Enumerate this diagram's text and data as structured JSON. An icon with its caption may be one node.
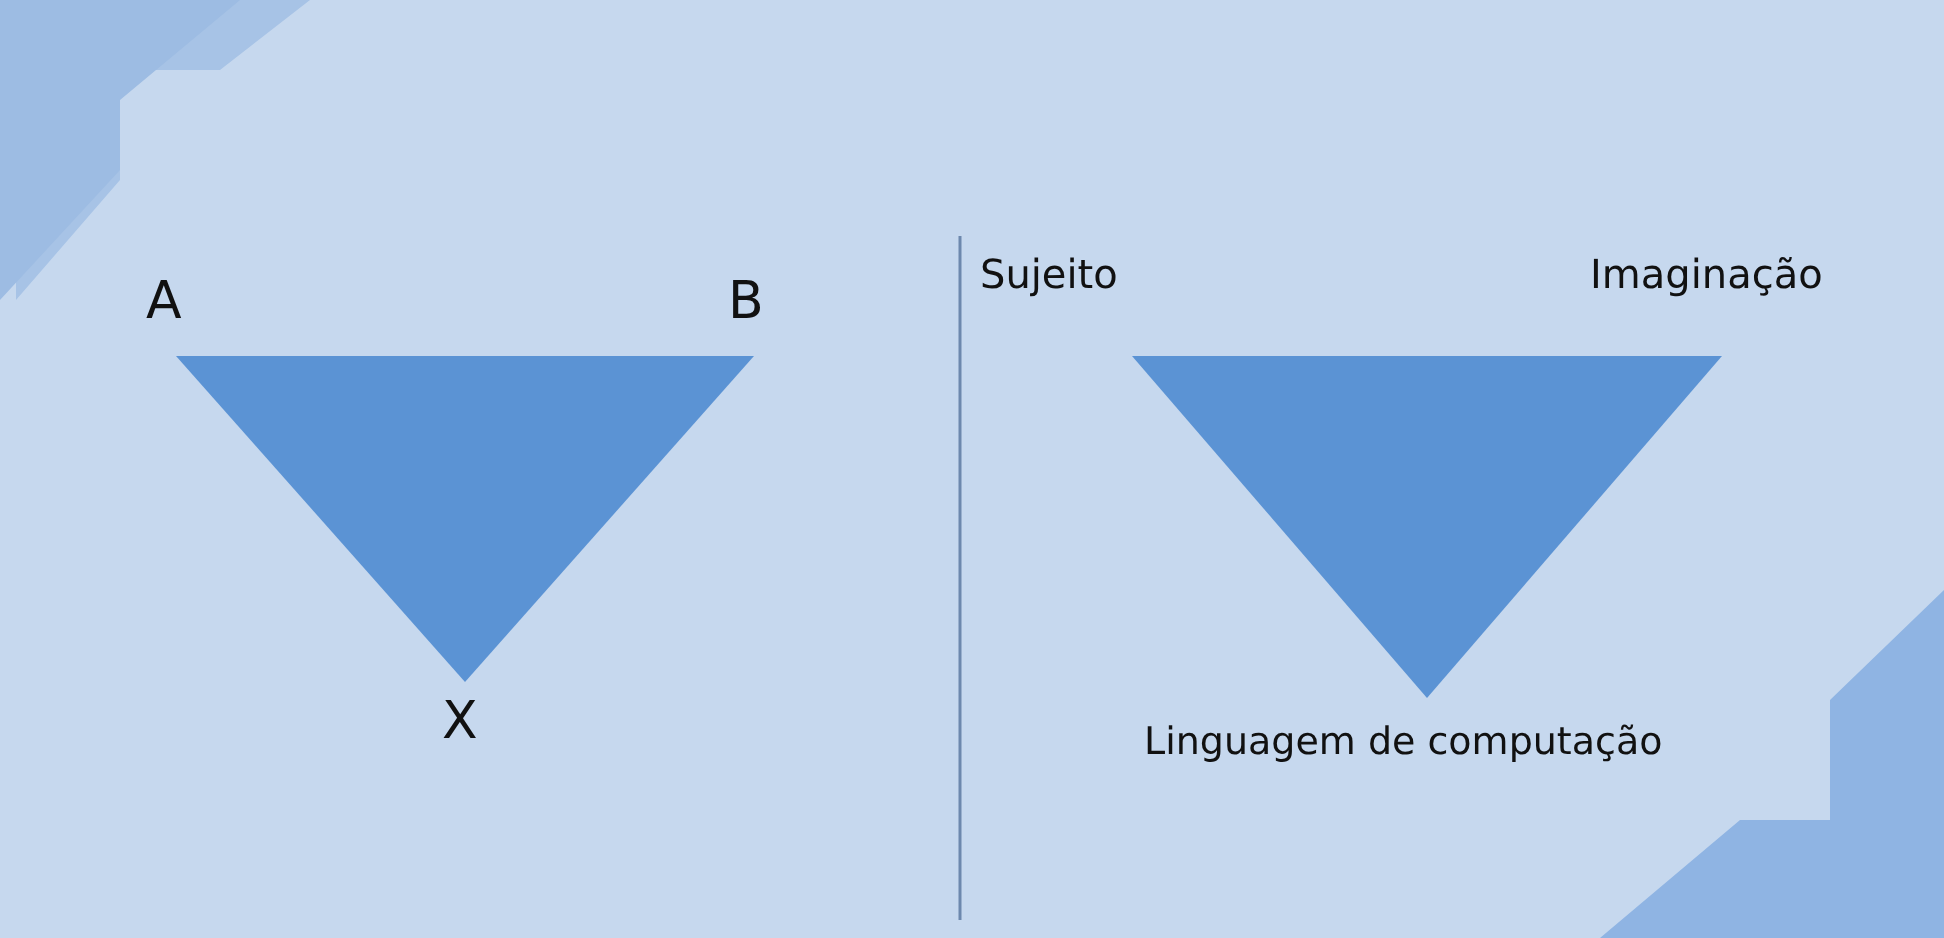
{
  "diagram": {
    "nodes": [
      {
        "text": [],
        "shape": "triangle"
      },
      {
        "text": [],
        "shape": "triangle"
      }
    ],
    "labels": [
      "A",
      "B",
      "X",
      "Sujeito",
      "Imaginação",
      "Linguagem de computação"
    ]
  }
}
